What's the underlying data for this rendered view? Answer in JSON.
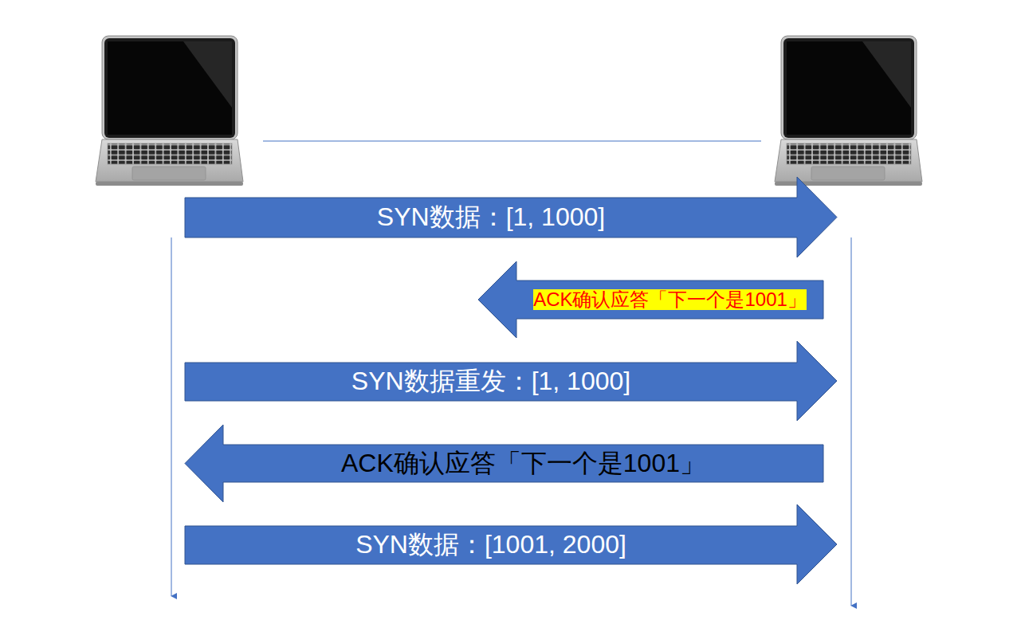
{
  "diagram": {
    "nodes": [
      {
        "text": [
          "SYN数据：[1, 1000]"
        ]
      },
      {
        "text": [
          "ACK确认应答「下一个是1001」"
        ]
      },
      {
        "text": [
          "SYN数据重发：[1, 1000]"
        ]
      },
      {
        "text": [
          "ACK确认应答「下一个是1001」"
        ]
      },
      {
        "text": [
          "SYN数据：[1001, 2000]"
        ]
      }
    ]
  }
}
